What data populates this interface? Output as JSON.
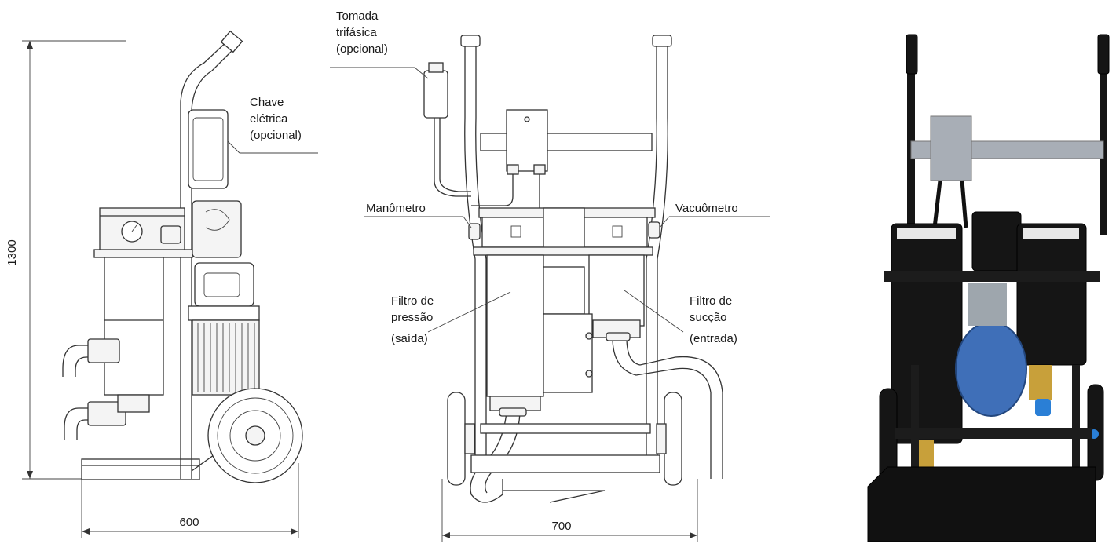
{
  "side_view": {
    "dim_height": "1300",
    "dim_width": "600",
    "callouts": {
      "electrical_switch": [
        "Chave",
        "elétrica",
        "(opcional)"
      ]
    }
  },
  "front_view": {
    "dim_width": "700",
    "callouts": {
      "three_phase_socket": [
        "Tomada",
        "trifásica",
        "(opcional)"
      ],
      "pressure_gauge": "Manômetro",
      "vacuum_gauge": "Vacuômetro",
      "pressure_filter": [
        "Filtro de",
        "pressão",
        "(saída)"
      ],
      "suction_filter": [
        "Filtro de",
        "sucção",
        "(entrada)"
      ]
    }
  },
  "photo": {
    "subject": "filter-cart-photo"
  },
  "colors": {
    "line": "#333333",
    "text": "#1a1a1a",
    "photo_body": "#151515",
    "motor_blue": "#3f6fb8",
    "hose_blue": "#2a7fd6",
    "brass": "#c8a03a",
    "steel": "#a8aeb6"
  }
}
